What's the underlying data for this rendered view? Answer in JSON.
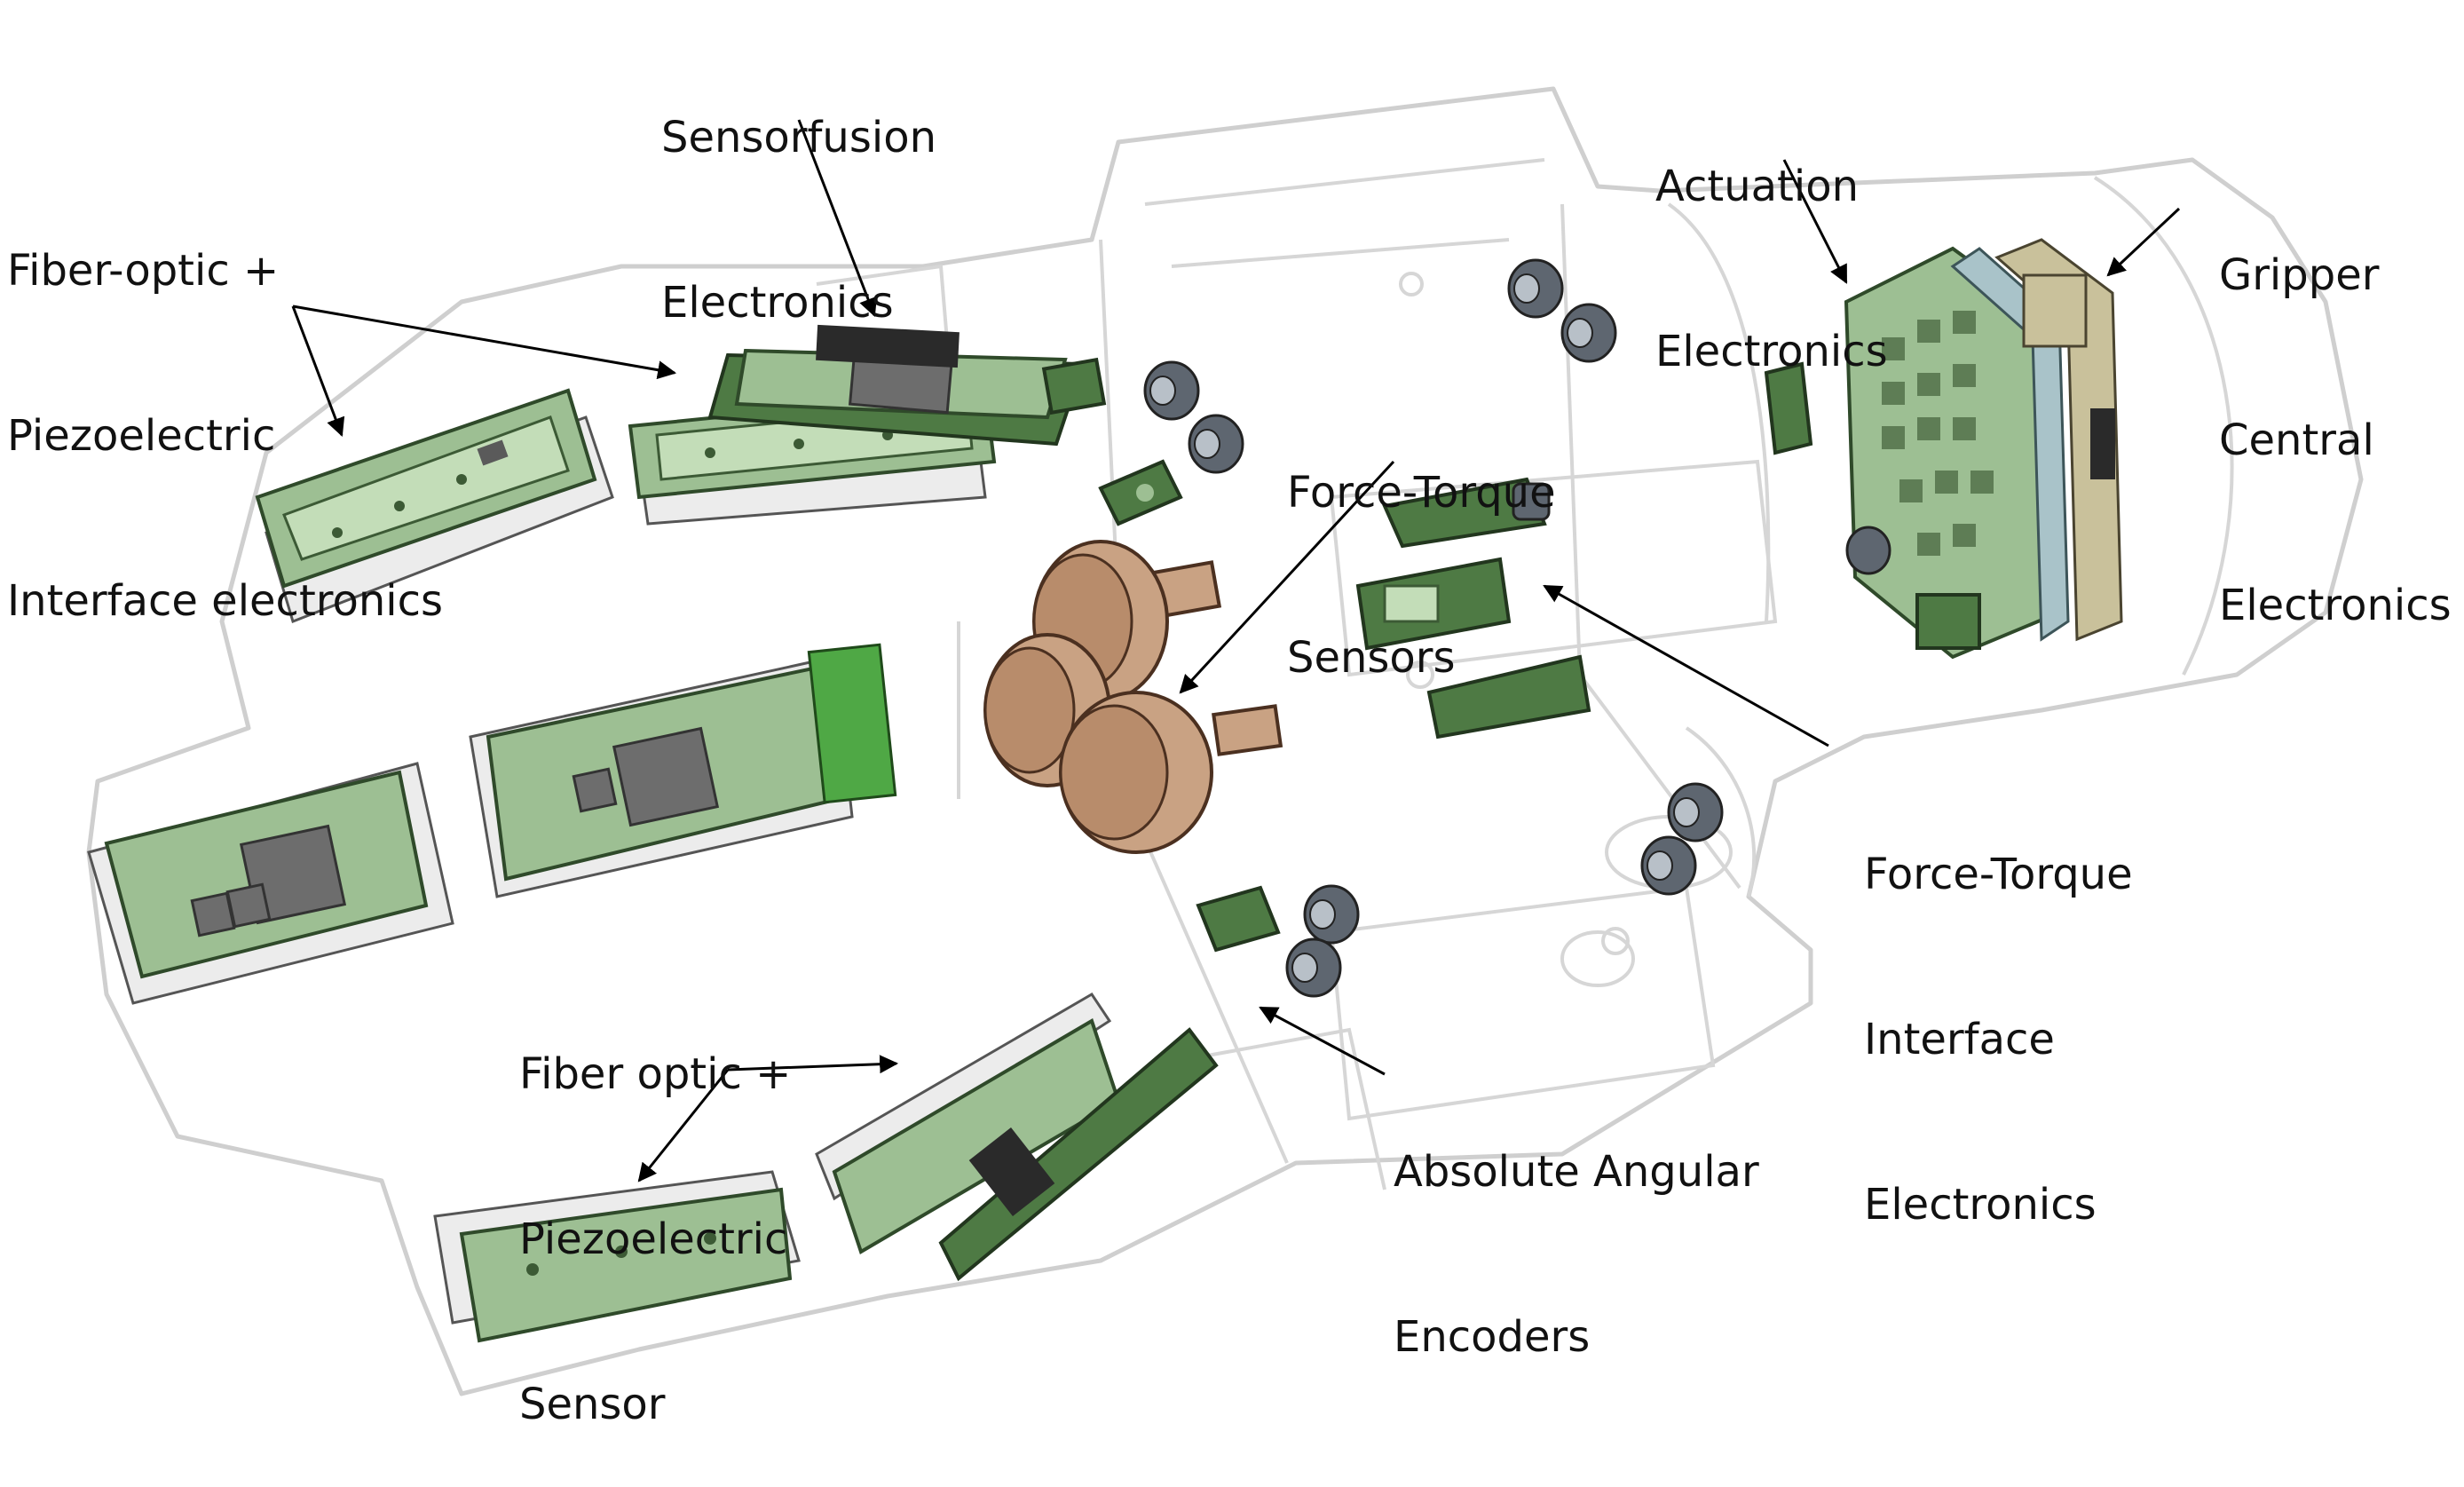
{
  "labels": {
    "fiber_optic_interface": [
      "Fiber-optic +",
      "Piezoelectric",
      "Interface electronics"
    ],
    "sensorfusion": [
      "Sensorfusion",
      "Electronics"
    ],
    "actuation": [
      "Actuation",
      "Electronics"
    ],
    "gripper_central": [
      "Gripper",
      "Central",
      "Electronics"
    ],
    "force_torque_sensors": [
      "Force-Torque",
      "Sensors"
    ],
    "force_torque_interface": [
      "Force-Torque",
      "Interface",
      "Electronics"
    ],
    "fiber_optic_sensor": [
      "Fiber optic +",
      "Piezoelectric",
      "Sensor"
    ],
    "absolute_encoders": [
      "Absolute Angular",
      "Encoders"
    ]
  },
  "colors": {
    "pcb_green": "#9dbf93",
    "pcb_dark_green": "#4e7a44",
    "sensor_tan": "#c9a283",
    "encoder_gray": "#5e6670",
    "hull_outline": "#cfcfcf"
  }
}
